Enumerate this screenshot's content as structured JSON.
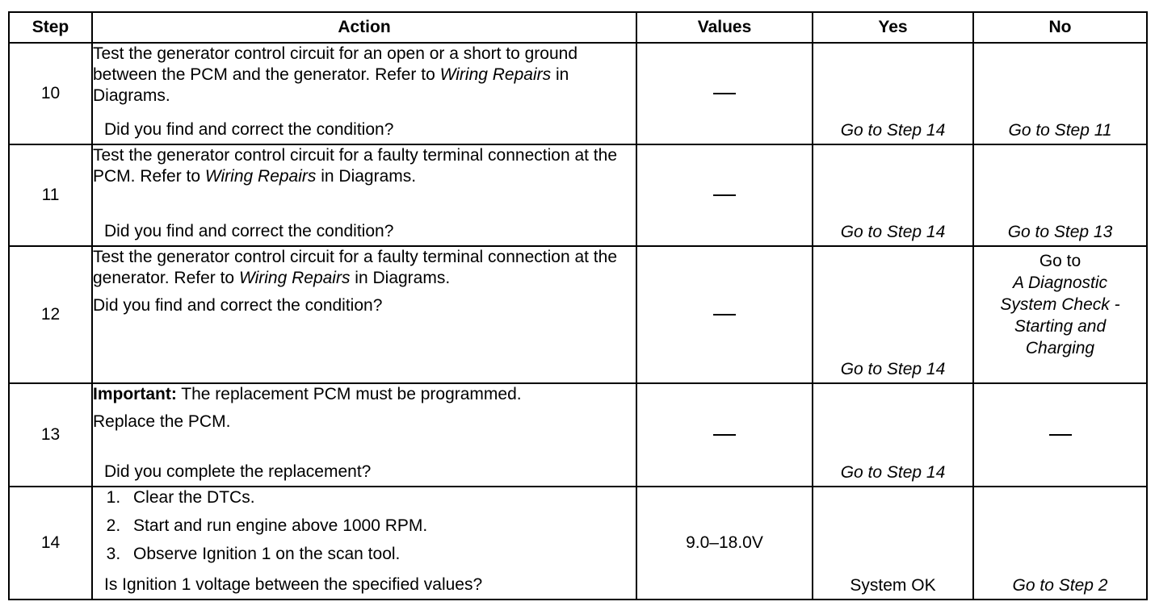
{
  "headers": {
    "step": "Step",
    "action": "Action",
    "values": "Values",
    "yes": "Yes",
    "no": "No"
  },
  "rows": [
    {
      "step": "10",
      "action_a": "Test the generator control circuit for an open or a short to ground between the PCM and the generator. Refer to ",
      "action_link": "Wiring Repairs",
      "action_b": " in Diagrams.",
      "question": "Did you find and correct the condition?",
      "value": "—",
      "yes": "Go to Step 14",
      "no": "Go to Step 11"
    },
    {
      "step": "11",
      "action_a": "Test the generator control circuit for a faulty terminal connection at the PCM. Refer to ",
      "action_link": "Wiring Repairs",
      "action_b": " in Diagrams.",
      "question": "Did you find and correct the condition?",
      "value": "—",
      "yes": "Go to Step 14",
      "no": "Go to Step 13"
    },
    {
      "step": "12",
      "action_a": "Test the generator control circuit for a faulty terminal connection at the generator. Refer to ",
      "action_link": "Wiring Repairs",
      "action_b": " in Diagrams.",
      "question": "Did you find and correct the condition?",
      "value": "—",
      "yes": "Go to Step 14",
      "no_line1": "Go to",
      "no_line2": "A Diagnostic",
      "no_line3": "System Check -",
      "no_line4": "Starting and",
      "no_line5": "Charging"
    },
    {
      "step": "13",
      "important_label": "Important:",
      "important_text": " The replacement PCM must be programmed.",
      "action_line": "Replace the PCM.",
      "question": "Did you complete the replacement?",
      "value": "—",
      "yes": "Go to Step 14",
      "no": "—"
    },
    {
      "step": "14",
      "list": [
        "Clear the DTCs.",
        "Start and run engine above 1000 RPM.",
        "Observe Ignition 1 on the scan tool."
      ],
      "question": "Is Ignition 1 voltage between the specified values?",
      "value": "9.0–18.0V",
      "yes": "System OK",
      "no": "Go to Step 2"
    }
  ]
}
